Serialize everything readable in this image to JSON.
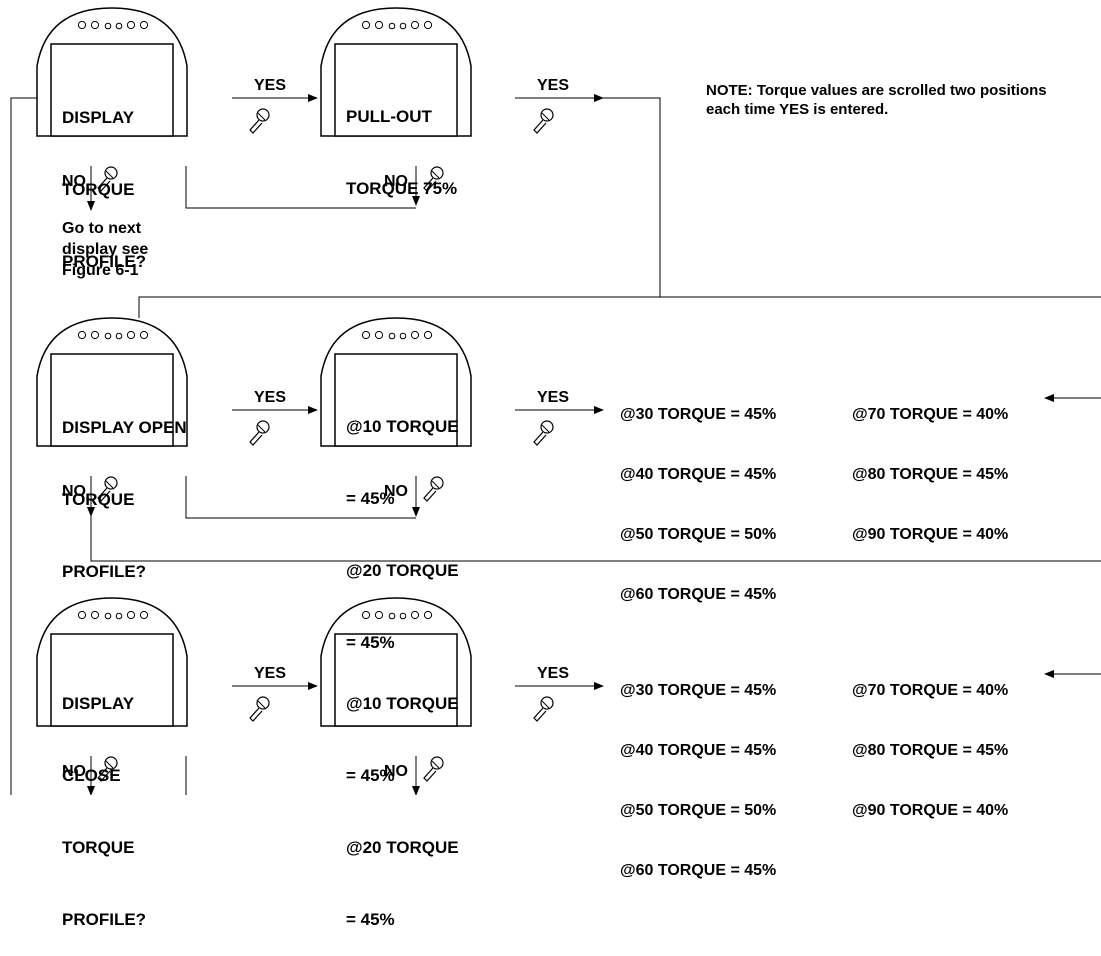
{
  "note": "NOTE: Torque values are scrolled two positions each time YES is entered.",
  "yes_label": "YES",
  "no_label": "NO",
  "go_next": [
    "Go to next",
    "display see",
    "Figure 6-1"
  ],
  "row1": {
    "screen1": [
      "DISPLAY",
      "TORQUE",
      "PROFILE?"
    ],
    "screen2": [
      "PULL-OUT",
      "TORQUE 75%"
    ]
  },
  "row2": {
    "screen1": [
      "DISPLAY OPEN",
      "TORQUE",
      "PROFILE?"
    ],
    "screen2": [
      "@10 TORQUE",
      "= 45%",
      "@20 TORQUE",
      "= 45%"
    ],
    "values_col1": [
      "@30 TORQUE = 45%",
      "@40 TORQUE = 45%",
      "@50 TORQUE = 50%",
      "@60 TORQUE = 45%"
    ],
    "values_col2": [
      "@70 TORQUE = 40%",
      "@80 TORQUE = 45%",
      "@90 TORQUE = 40%"
    ]
  },
  "row3": {
    "screen1": [
      "DISPLAY",
      "CLOSE",
      "TORQUE",
      "PROFILE?"
    ],
    "screen2": [
      "@10 TORQUE",
      "= 45%",
      "@20 TORQUE",
      "= 45%"
    ],
    "values_col1": [
      "@30 TORQUE = 45%",
      "@40 TORQUE = 45%",
      "@50 TORQUE = 50%",
      "@60 TORQUE = 45%"
    ],
    "values_col2": [
      "@70 TORQUE = 40%",
      "@80 TORQUE = 45%",
      "@90 TORQUE = 40%"
    ]
  },
  "icons": {
    "device": "actuator-display-icon",
    "yes": "setting-tool-icon",
    "no": "setting-tool-icon"
  }
}
